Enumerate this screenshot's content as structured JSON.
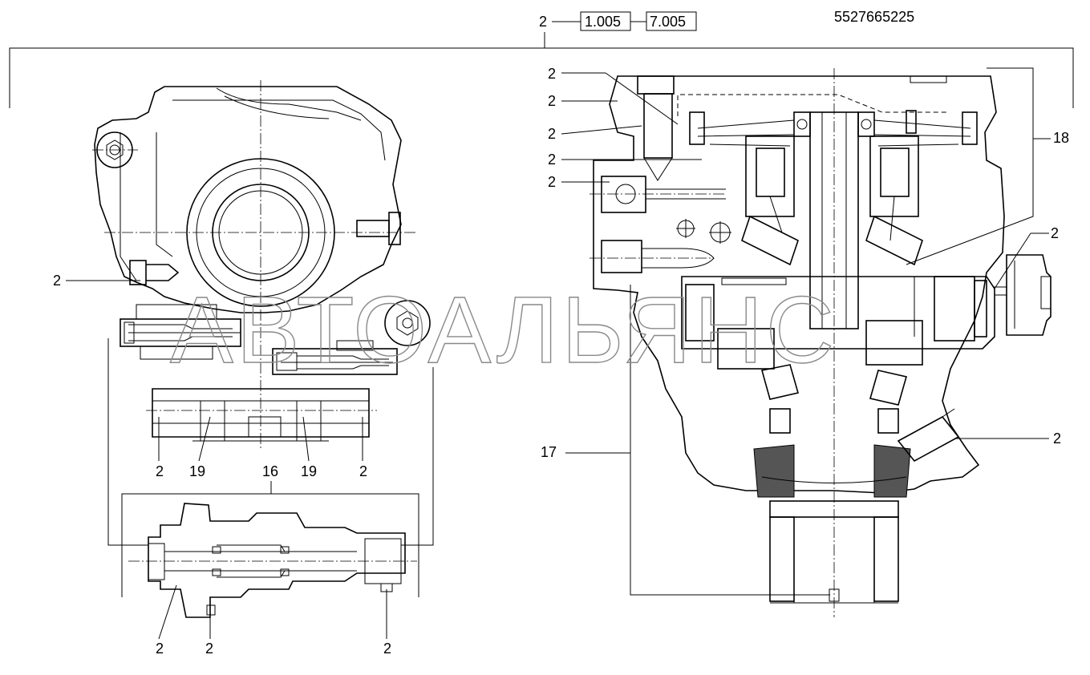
{
  "header": {
    "ref_number": "2",
    "ref_box_1": "1.005",
    "ref_box_2": "7.005",
    "part_number": "5527665225"
  },
  "watermark": "АВТОАЛЬЯНС",
  "labels": {
    "left_2_mid": "2",
    "bottom_2_a": "2",
    "bottom_19_a": "19",
    "bottom_19_b": "19",
    "bottom_2_b": "2",
    "section_16": "16",
    "lower_2_a": "2",
    "lower_2_b": "2",
    "lower_2_c": "2",
    "right_2_1": "2",
    "right_2_2": "2",
    "right_2_3": "2",
    "right_2_4": "2",
    "right_2_5": "2",
    "right_18": "18",
    "right_2_side": "2",
    "right_2_low": "2",
    "right_17": "17"
  }
}
